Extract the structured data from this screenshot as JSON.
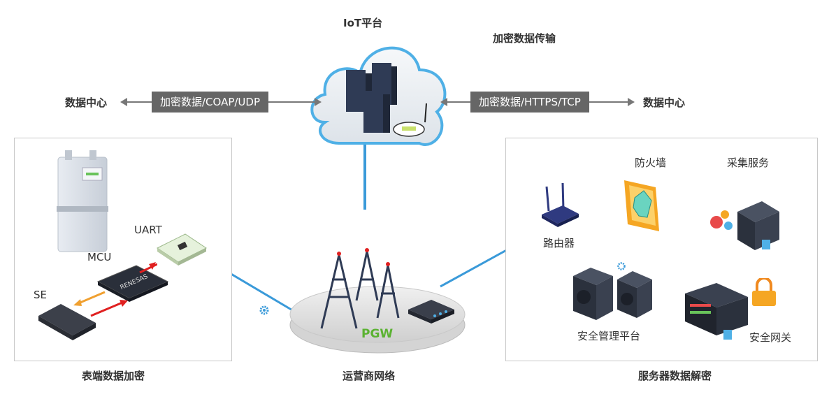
{
  "cloud": {
    "title": "IoT平台",
    "encrypted_transfer": "加密数据传输"
  },
  "left_link": {
    "label": "加密数据/COAP/UDP",
    "target": "数据中心"
  },
  "right_link": {
    "label": "加密数据/HTTPS/TCP",
    "target": "数据中心"
  },
  "device_panel": {
    "uart": "UART",
    "mcu": "MCU",
    "se": "SE",
    "chip_brand": "RENESAS",
    "caption": "表端数据加密"
  },
  "network": {
    "pgw": "PGW",
    "caption": "运营商网络"
  },
  "server_panel": {
    "firewall": "防火墙",
    "collection": "采集服务",
    "router": "路由器",
    "security_mgmt": "安全管理平台",
    "security_gateway": "安全网关",
    "caption": "服务器数据解密"
  },
  "colors": {
    "line_blue": "#3a9ad9",
    "pill_gray": "#666666",
    "arrow_red": "#e02020",
    "arrow_orange": "#f0a030",
    "pgw_green": "#5bb232",
    "firewall_orange": "#f5a623"
  }
}
